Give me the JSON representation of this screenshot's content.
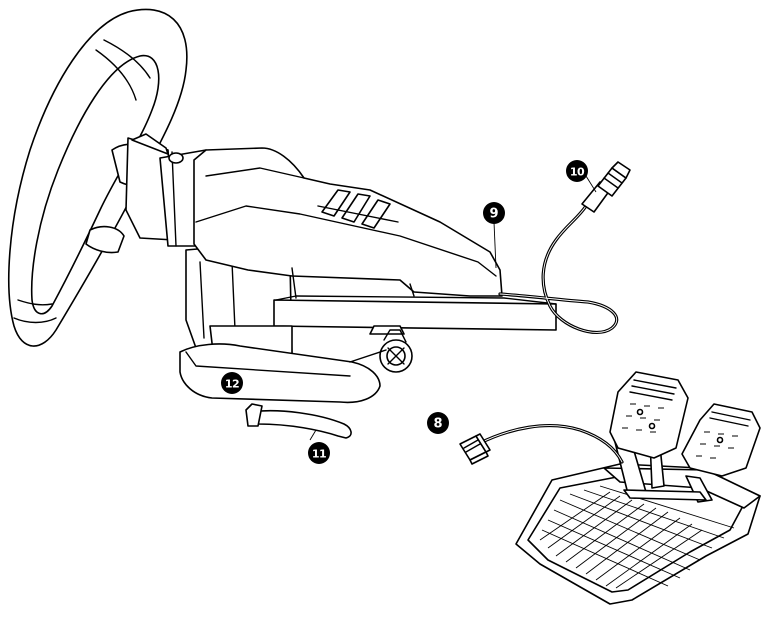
{
  "callouts": {
    "c8": "8",
    "c9": "9",
    "c10": "10",
    "c11": "11",
    "c12": "12"
  },
  "colors": {
    "line": "#000000",
    "background": "#ffffff"
  },
  "parts": [
    "steering-wheel",
    "wheel-base",
    "table-clamp",
    "usb-cable",
    "pedal-set",
    "pedal-connector-cable",
    "clamp-screw",
    "clamp-lever"
  ]
}
